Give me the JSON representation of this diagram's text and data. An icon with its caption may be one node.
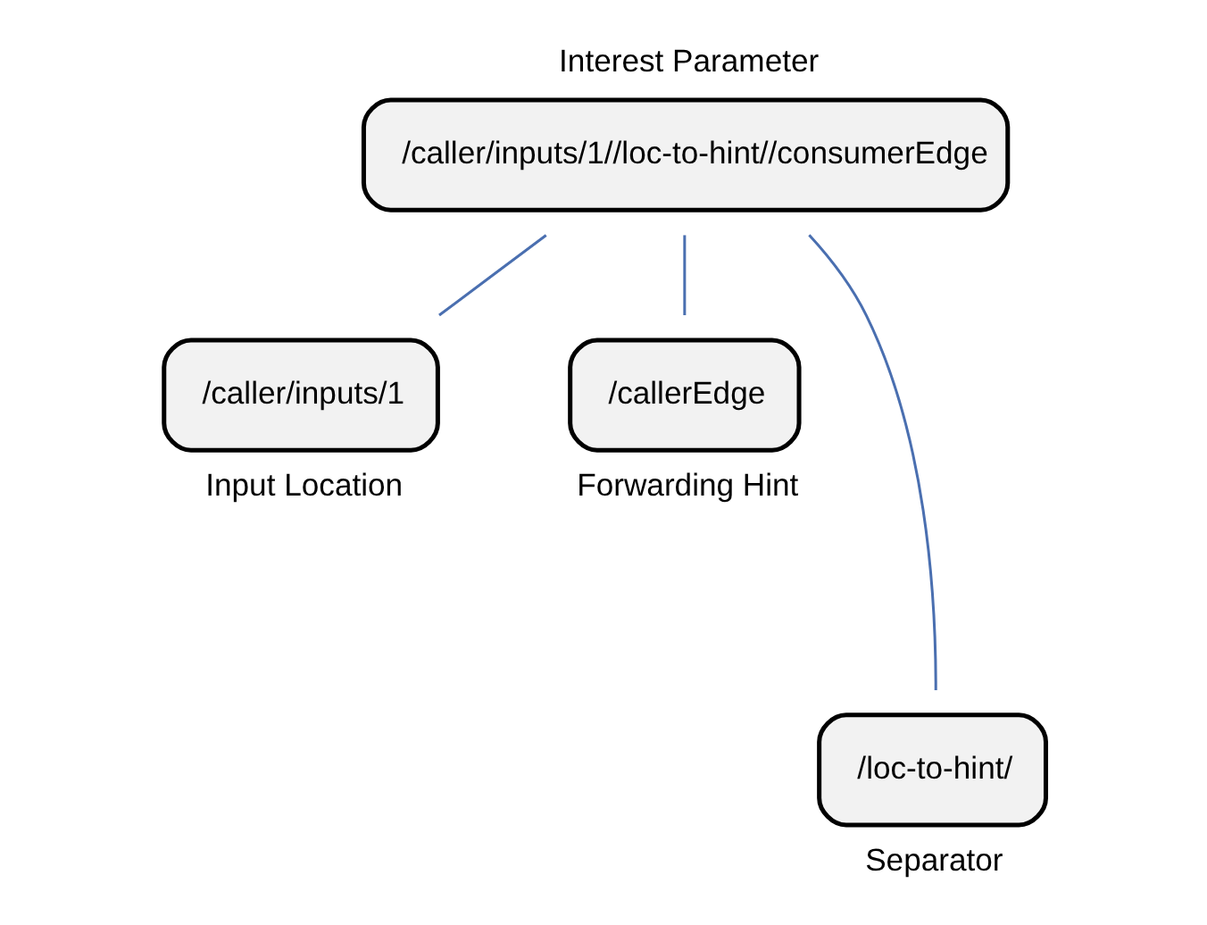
{
  "diagram": {
    "nodes": [
      {
        "text": [
          "Interest Parameter",
          "/caller/inputs/1//loc-to-hint//consumerEdge"
        ]
      },
      {
        "text": [
          "/caller/inputs/1",
          "Input Location"
        ]
      },
      {
        "text": [
          "/callerEdge",
          "Forwarding Hint"
        ]
      },
      {
        "text": [
          "/loc-to-hint/",
          "Separator"
        ]
      }
    ],
    "edges": [
      {
        "from": 0,
        "to": 1,
        "arrow": "none"
      },
      {
        "from": 0,
        "to": 3,
        "arrow": "none"
      },
      {
        "from": 0,
        "to": 2,
        "arrow": "none"
      }
    ]
  }
}
